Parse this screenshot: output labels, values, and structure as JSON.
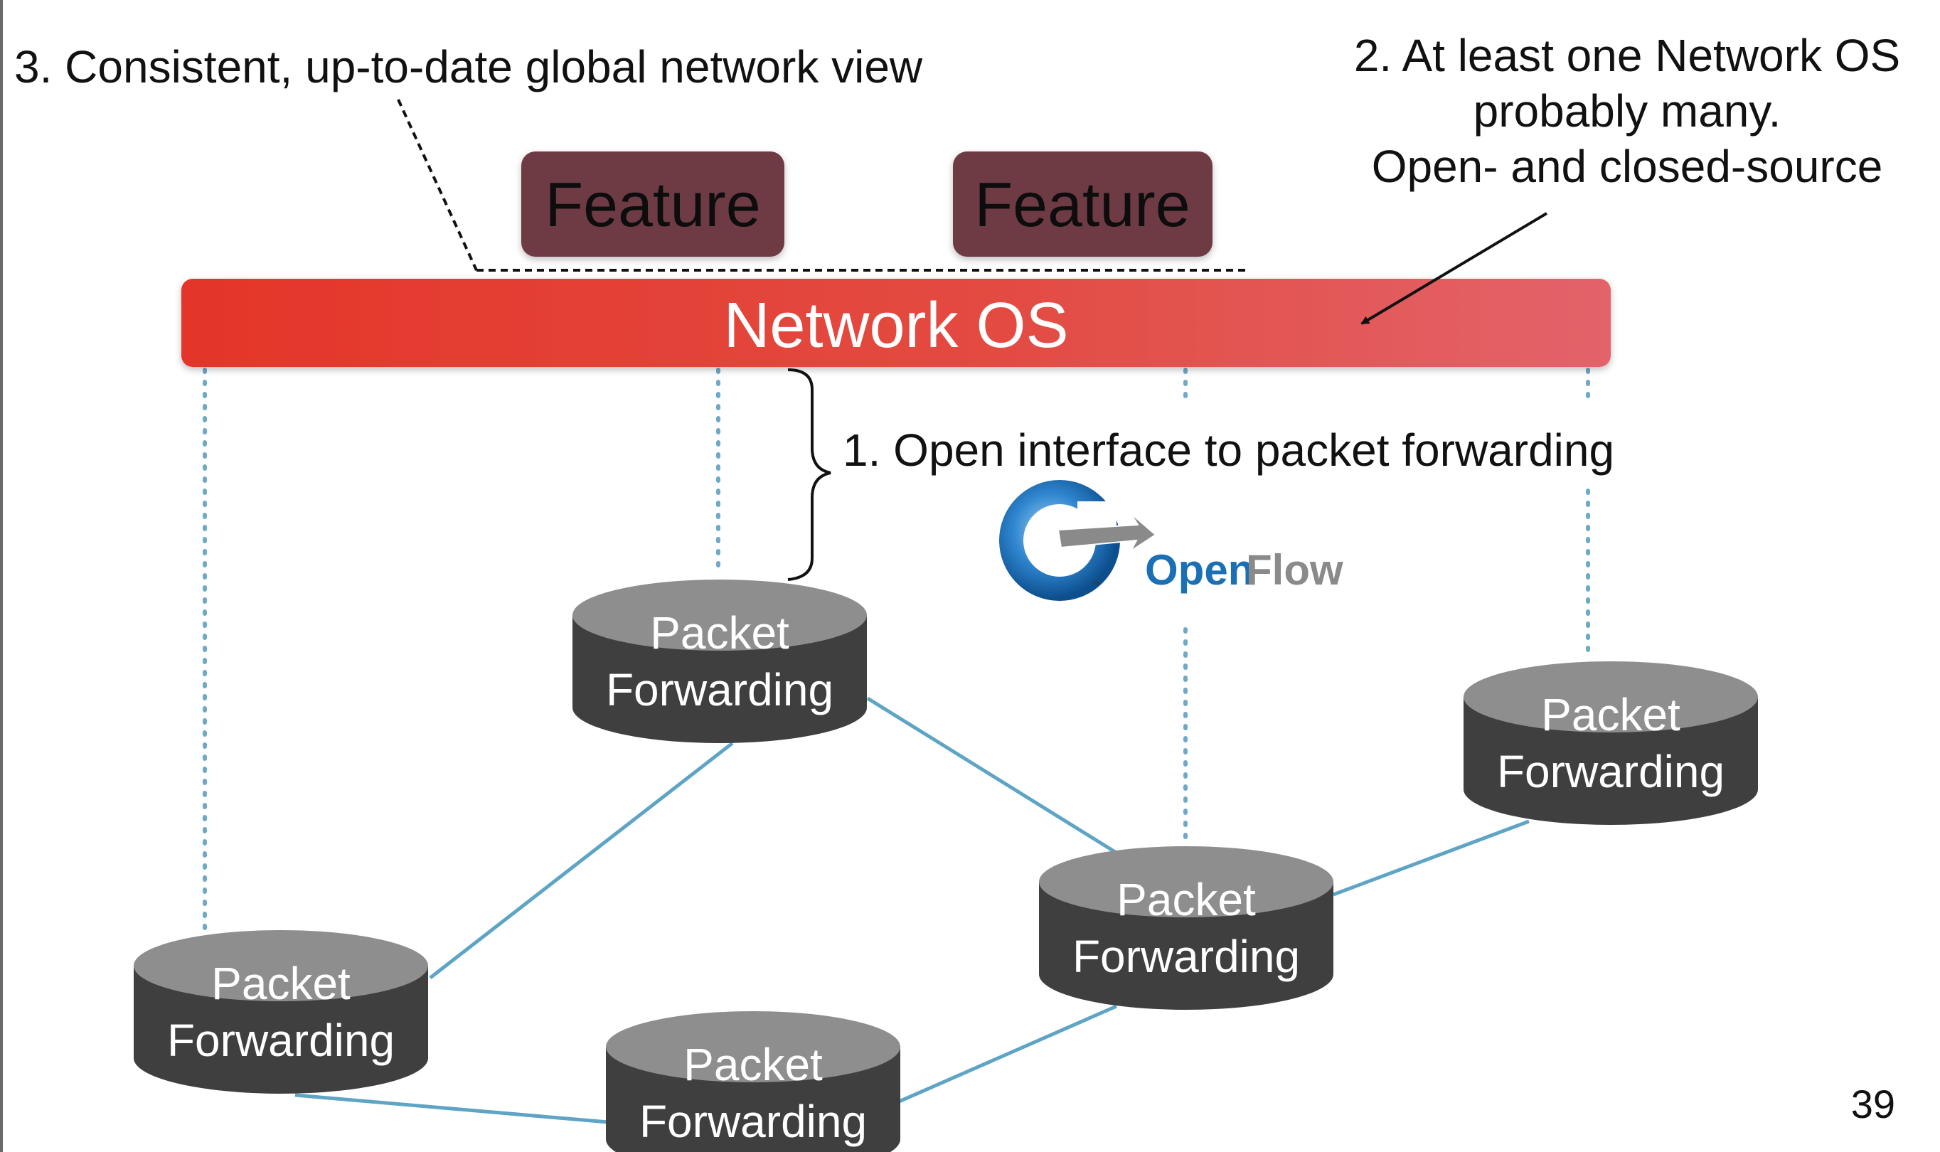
{
  "annotations": {
    "global_view": "3. Consistent, up-to-date global network view",
    "network_os_line1": "2. At least one Network OS",
    "network_os_line2": "probably many.",
    "network_os_line3": "Open- and closed-source",
    "open_interface": "1. Open interface to packet forwarding"
  },
  "features": [
    {
      "label": "Feature"
    },
    {
      "label": "Feature"
    }
  ],
  "network_os": {
    "label": "Network OS"
  },
  "openflow_logo": {
    "part1": "Open",
    "part2": "Flow",
    "tm": "™"
  },
  "nodes": [
    {
      "line1": "Packet",
      "line2": "Forwarding"
    },
    {
      "line1": "Packet",
      "line2": "Forwarding"
    },
    {
      "line1": "Packet",
      "line2": "Forwarding"
    },
    {
      "line1": "Packet",
      "line2": "Forwarding"
    },
    {
      "line1": "Packet",
      "line2": "Forwarding"
    }
  ],
  "page_number": "39",
  "colors": {
    "feature_fill": "#6e3a45",
    "os_gradient_start": "#e4352a",
    "os_gradient_end": "#e3636a",
    "node_top": "#8e8e8e",
    "node_body": "#3f3f3f",
    "link": "#5ea4c4",
    "dotted": "#6ea9c7",
    "openflow_blue": "#1a6fb5"
  }
}
